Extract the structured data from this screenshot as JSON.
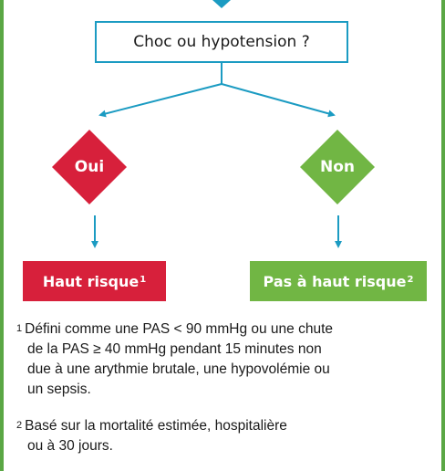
{
  "question": {
    "label": "Choc ou hypotension ?"
  },
  "branches": [
    {
      "decision": "Oui",
      "outcome": "Haut risque",
      "footnote_ref": "1",
      "color": "#d7203b"
    },
    {
      "decision": "Non",
      "outcome": "Pas à haut risque",
      "footnote_ref": "2",
      "color": "#71b644"
    }
  ],
  "footnotes": [
    {
      "marker": "1",
      "lines": [
        "Défini comme une PAS < 90 mmHg ou une chute",
        "de la PAS ≥ 40 mmHg pendant 15 minutes non",
        "due à une arythmie brutale, une hypovolémie ou",
        "un sepsis."
      ]
    },
    {
      "marker": "2",
      "lines": [
        "Basé sur la mortalité estimée, hospitalière",
        "ou à 30 jours."
      ]
    }
  ],
  "colors": {
    "frame": "#5aa744",
    "connector": "#1b9bc2"
  }
}
